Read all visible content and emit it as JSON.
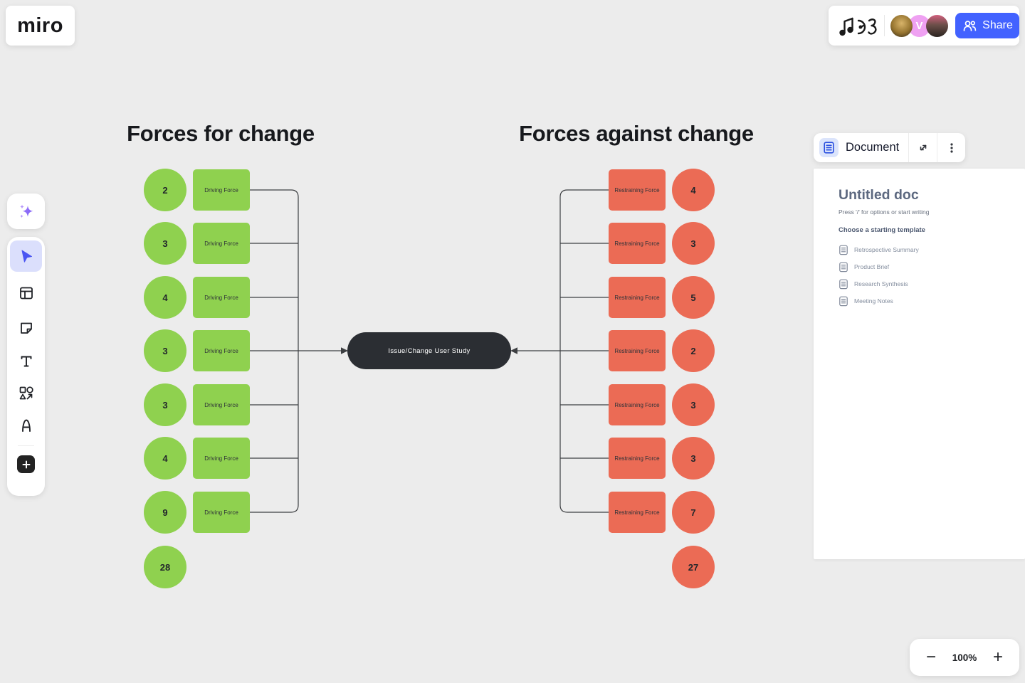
{
  "app": {
    "logo_text": "miro"
  },
  "header": {
    "share_label": "Share",
    "avatars": [
      {
        "kind": "photo"
      },
      {
        "kind": "initial",
        "label": "V"
      },
      {
        "kind": "photo"
      }
    ],
    "icons": [
      "ink-doodle",
      "share-people-icon"
    ]
  },
  "toolbar": {
    "tools": [
      "ai-assistant",
      "select",
      "templates",
      "sticky-note",
      "text",
      "shapes",
      "pen",
      "add-more"
    ]
  },
  "board": {
    "left_title": "Forces for change",
    "right_title": "Forces against change",
    "center_label": "Issue/Change User Study",
    "driving": {
      "item_label": "Driving Force",
      "values": [
        2,
        3,
        4,
        3,
        3,
        4,
        9
      ],
      "total": 28
    },
    "restraining": {
      "item_label": "Restraining Force",
      "values": [
        4,
        3,
        5,
        2,
        3,
        3,
        7
      ],
      "total": 27
    },
    "colors": {
      "driving": "#8FD14F",
      "restraining": "#EB6B55",
      "center": "#2B2E33",
      "accent_blue": "#4262FF"
    }
  },
  "document_panel": {
    "toolbar_label": "Document",
    "doc_title": "Untitled doc",
    "hint": "Press '/' for options or start writing",
    "templates_heading": "Choose a starting template",
    "templates": [
      "Retrospective Summary",
      "Product Brief",
      "Research Synthesis",
      "Meeting Notes"
    ],
    "icons": [
      "document-icon",
      "expand-icon",
      "kebab-menu-icon"
    ]
  },
  "zoom_control": {
    "minus": "−",
    "level": "100%",
    "plus": "+"
  }
}
